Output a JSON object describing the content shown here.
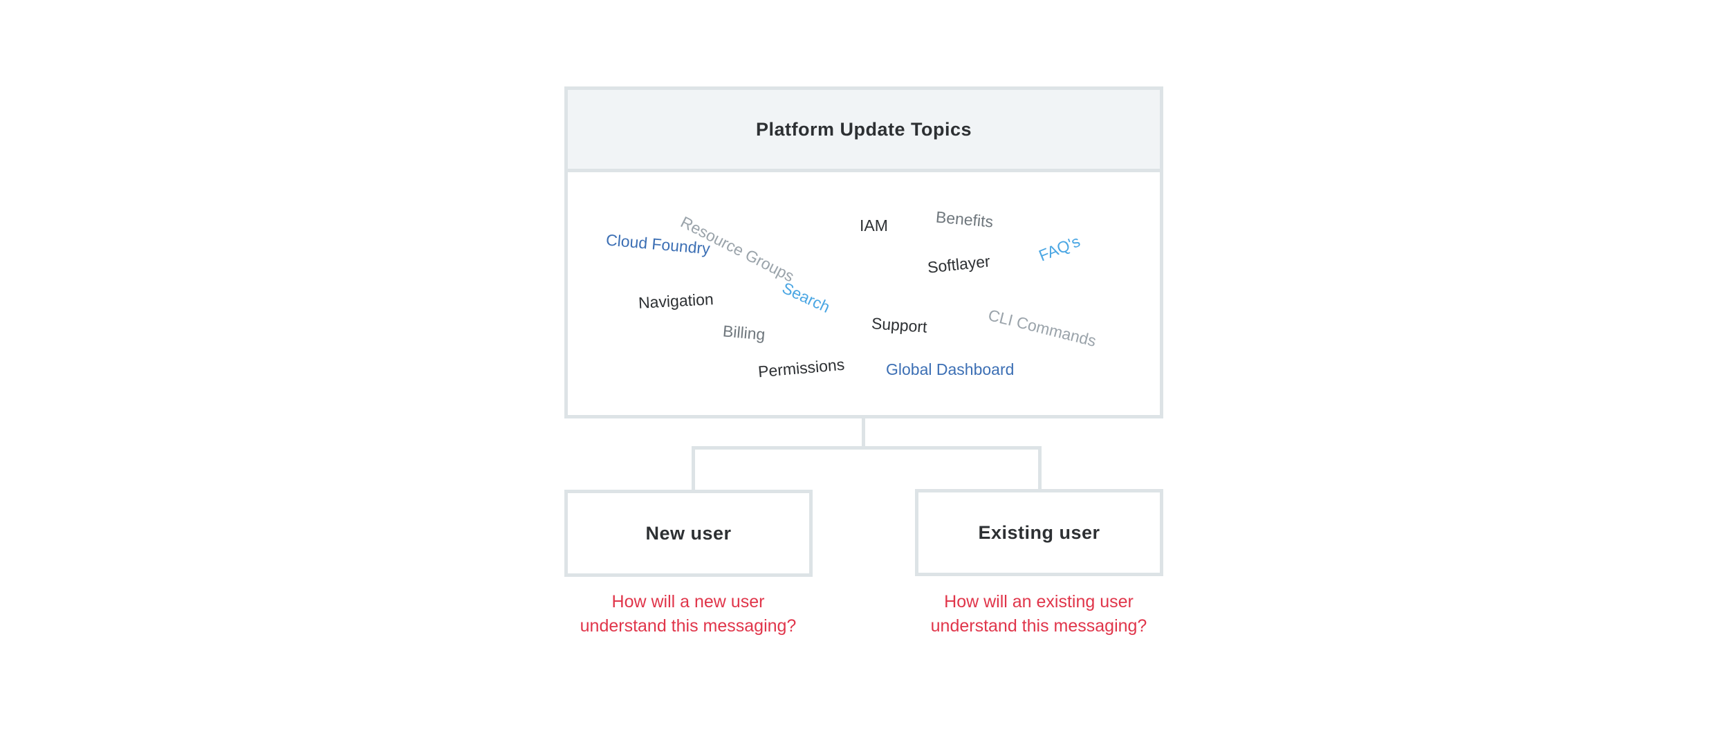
{
  "title": "Platform Update Topics",
  "topics": [
    {
      "label": "Cloud Foundry",
      "color": "#3c6fb4"
    },
    {
      "label": "Resource Groups",
      "color": "#9aa3aa"
    },
    {
      "label": "IAM",
      "color": "#2d3033"
    },
    {
      "label": "Benefits",
      "color": "#6f777d"
    },
    {
      "label": "FAQ's",
      "color": "#4aa6e3"
    },
    {
      "label": "Softlayer",
      "color": "#2d3033"
    },
    {
      "label": "Navigation",
      "color": "#2d3033"
    },
    {
      "label": "Search",
      "color": "#4aa6e3"
    },
    {
      "label": "CLI Commands",
      "color": "#9aa3aa"
    },
    {
      "label": "Billing",
      "color": "#6f777d"
    },
    {
      "label": "Support",
      "color": "#2d3033"
    },
    {
      "label": "Permissions",
      "color": "#2d3033"
    },
    {
      "label": "Global Dashboard",
      "color": "#3c6fb4"
    }
  ],
  "users": {
    "new": {
      "label": "New user",
      "question_line1": "How will a new user",
      "question_line2": "understand this messaging?"
    },
    "existing": {
      "label": "Existing user",
      "question_line1": "How will an existing user",
      "question_line2": "understand this messaging?"
    }
  },
  "colors": {
    "border": "#dde3e6",
    "title_bg": "#f1f4f6",
    "question": "#e0354a"
  }
}
